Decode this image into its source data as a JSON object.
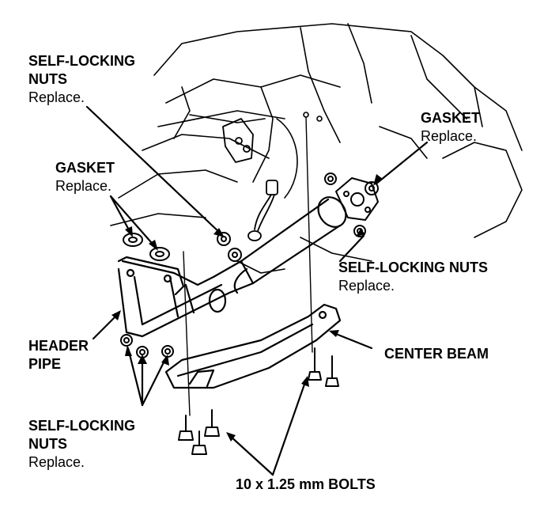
{
  "labels": {
    "nuts_top": {
      "line1": "SELF-LOCKING",
      "line2": "NUTS",
      "note": "Replace."
    },
    "gasket_right": {
      "line1": "GASKET",
      "note": "Replace."
    },
    "gasket_left": {
      "line1": "GASKET",
      "note": "Replace."
    },
    "nuts_right": {
      "line1": "SELF-LOCKING NUTS",
      "note": "Replace."
    },
    "header_pipe": {
      "line1": "HEADER",
      "line2": "PIPE"
    },
    "center_beam": {
      "line1": "CENTER BEAM"
    },
    "nuts_bottom": {
      "line1": "SELF-LOCKING",
      "line2": "NUTS",
      "note": "Replace."
    },
    "bolts": {
      "line1": "10 x 1.25 mm BOLTS"
    }
  },
  "colors": {
    "ink": "#000000",
    "paper": "#ffffff"
  }
}
